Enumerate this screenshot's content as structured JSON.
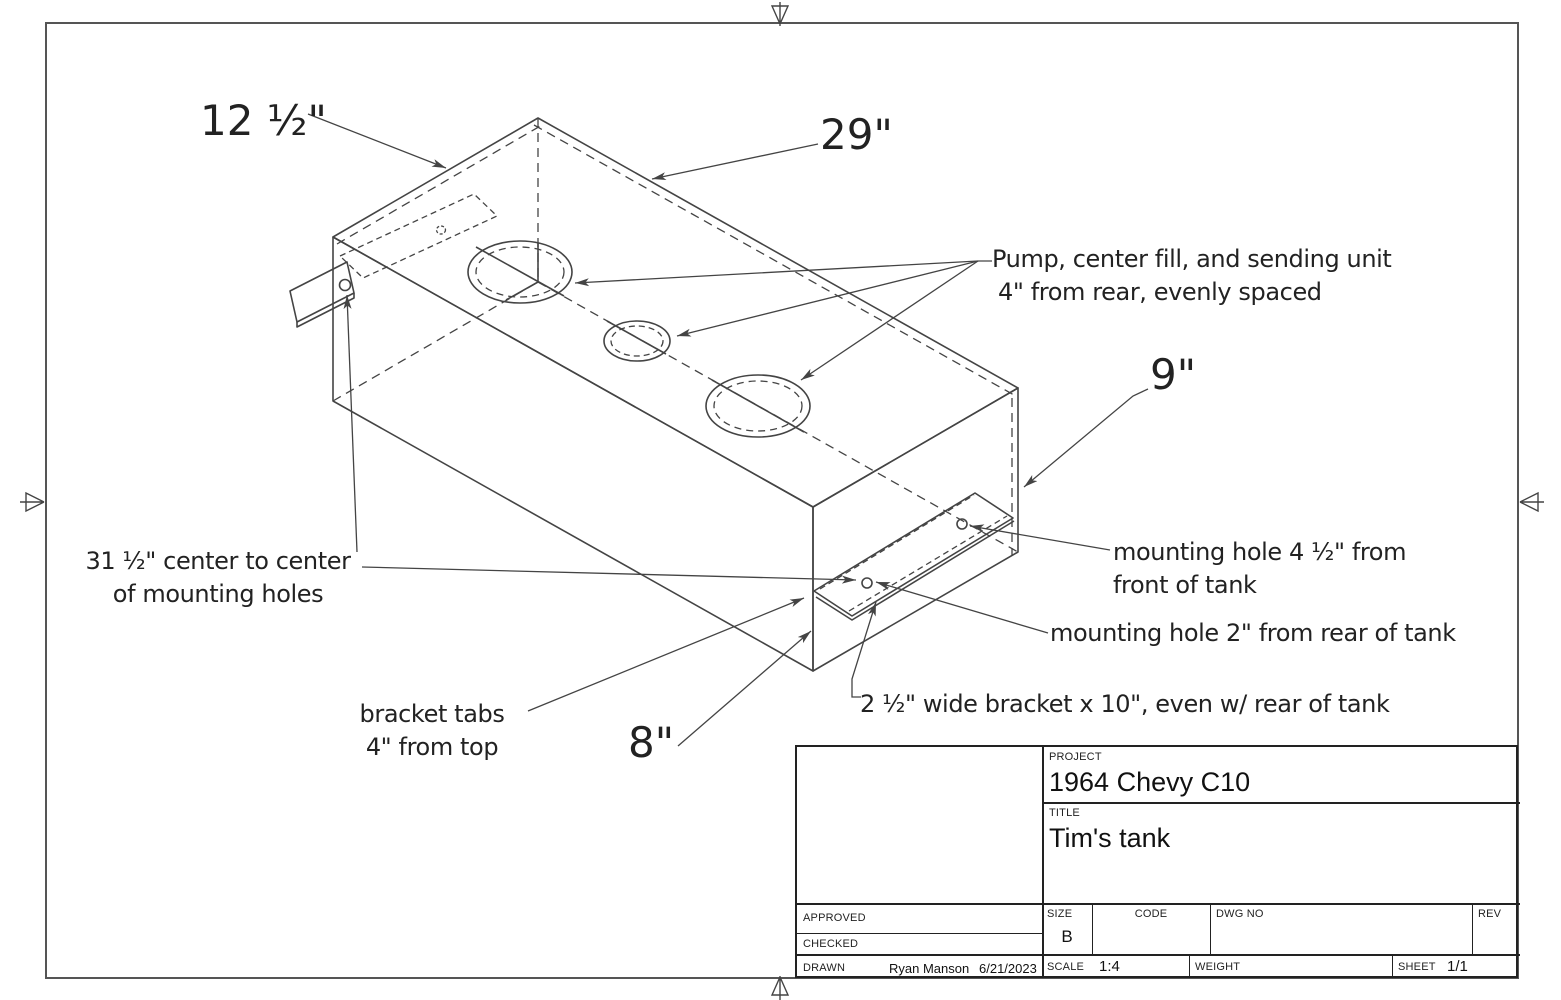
{
  "drawing": {
    "line_color": "#444444",
    "border_color": "#555555",
    "text_color": "#222222"
  },
  "annotations": {
    "dim_width": "12 ½\"",
    "dim_length": "29\"",
    "dim_height_rear": "9\"",
    "dim_height_front": "8\"",
    "pump_note_line1": "Pump, center fill, and sending unit",
    "pump_note_line2": "4\" from rear, evenly spaced",
    "center_note_line1": "31 ½\" center to center",
    "center_note_line2": "of mounting holes",
    "mount_front_line1": "mounting hole 4 ½\" from",
    "mount_front_line2": "front of tank",
    "mount_rear": "mounting hole 2\" from rear of tank",
    "bracket_tabs_line1": "bracket tabs",
    "bracket_tabs_line2": "4\" from top",
    "bracket_width": "2 ½\" wide bracket x 10\", even w/ rear of tank"
  },
  "title_block": {
    "project_label": "PROJECT",
    "project": "1964 Chevy C10",
    "title_label": "TITLE",
    "title": "Tim's tank",
    "approved_label": "APPROVED",
    "checked_label": "CHECKED",
    "drawn_label": "DRAWN",
    "drawn_by": "Ryan Manson",
    "drawn_date": "6/21/2023",
    "size_label": "SIZE",
    "size": "B",
    "code_label": "CODE",
    "dwg_no_label": "DWG NO",
    "rev_label": "REV",
    "scale_label": "SCALE",
    "scale": "1:4",
    "weight_label": "WEIGHT",
    "sheet_label": "SHEET",
    "sheet": "1/1"
  }
}
